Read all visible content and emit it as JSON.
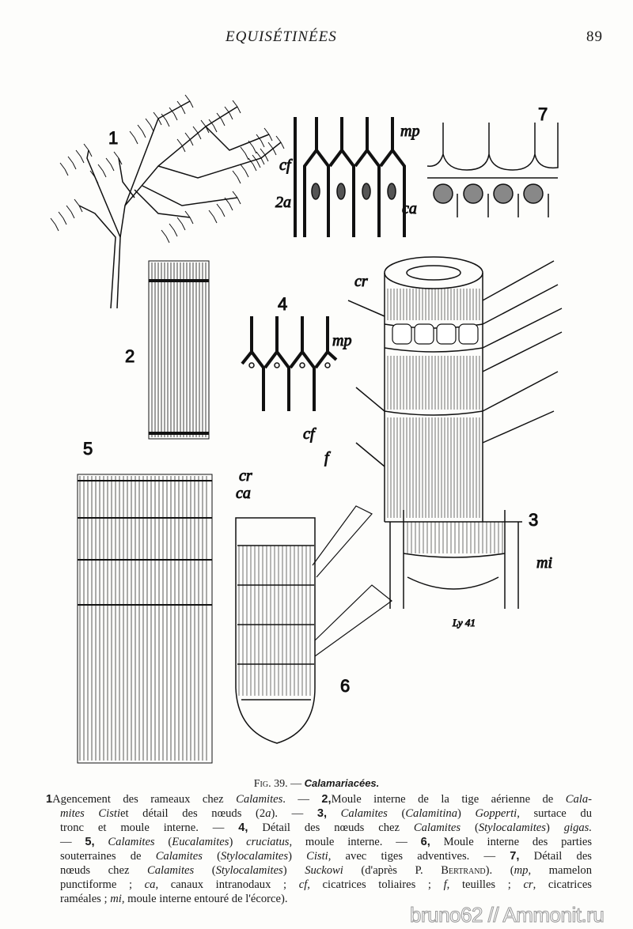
{
  "header": {
    "running_title": "EQUISÉTINÉES",
    "page_number": "89"
  },
  "figure_labels": {
    "fig1": "1",
    "fig2a": "2a",
    "fig2a_mp": "mp",
    "fig2a_cf": "cf",
    "fig2a_ca": "ca",
    "fig7": "7",
    "fig2": "2",
    "fig4": "4",
    "fig4_mp": "mp",
    "fig3_cr": "cr",
    "fig3_cf": "cf",
    "fig3_f": "f",
    "fig3": "3",
    "fig3_mi": "mi",
    "fig5": "5",
    "fig5_cr": "cr",
    "fig5_ca": "ca",
    "fig6": "6",
    "signature": "Ly 41"
  },
  "figure_title": {
    "prefix": "Fig.",
    "number": "39. —",
    "name": "Calamariacées."
  },
  "caption": [
    [
      [
        "b",
        "1"
      ],
      [
        "",
        "Agencement des rameaux chez "
      ],
      [
        "i",
        "Calamites"
      ],
      [
        "",
        ". — "
      ],
      [
        "b",
        "2,"
      ],
      [
        "",
        "Moule interne de la tige aérienne de "
      ],
      [
        "i",
        "Cala-"
      ]
    ],
    [
      [
        "i",
        "mites Cisti"
      ],
      [
        "",
        ""
      ],
      [
        "",
        "et détail des nœuds (2"
      ],
      [
        "i",
        "a"
      ],
      [
        "",
        "). — "
      ],
      [
        "b",
        "3,"
      ],
      [
        "i",
        " Calamites"
      ],
      [
        "",
        " ("
      ],
      [
        "i",
        "Calamitina"
      ],
      [
        "",
        ") "
      ],
      [
        "i",
        "Gopperti"
      ],
      [
        "",
        ", surtace du"
      ]
    ],
    [
      [
        "",
        "tronc et moule interne. — "
      ],
      [
        "b",
        "4,"
      ],
      [
        "",
        " Détail des nœuds chez "
      ],
      [
        "i",
        "Calamites"
      ],
      [
        "",
        " ("
      ],
      [
        "i",
        "Stylocalamites"
      ],
      [
        "",
        ") "
      ],
      [
        "i",
        "gigas."
      ]
    ],
    [
      [
        "",
        "— "
      ],
      [
        "b",
        "5,"
      ],
      [
        "i",
        " Calamites"
      ],
      [
        "",
        " ("
      ],
      [
        "i",
        "Eucalamites"
      ],
      [
        "",
        ") "
      ],
      [
        "i",
        "cruciatus"
      ],
      [
        "",
        ", moule interne. — "
      ],
      [
        "b",
        "6,"
      ],
      [
        "",
        " Moule interne des parties"
      ]
    ],
    [
      [
        "",
        "souterraines de "
      ],
      [
        "i",
        "Calamites"
      ],
      [
        "",
        " ("
      ],
      [
        "i",
        "Stylocalamites"
      ],
      [
        "",
        ") "
      ],
      [
        "i",
        "Cisti"
      ],
      [
        "",
        ", avec tiges adventives. — "
      ],
      [
        "b",
        "7,"
      ],
      [
        "",
        " Détail des"
      ]
    ],
    [
      [
        "",
        "nœuds chez "
      ],
      [
        "i",
        "Calamites"
      ],
      [
        "",
        " ("
      ],
      [
        "i",
        "Stylocalamites"
      ],
      [
        "",
        ") "
      ],
      [
        "i",
        "Suckowi"
      ],
      [
        "",
        " (d'après P. "
      ],
      [
        "sc",
        "Bertrand"
      ],
      [
        "",
        "). ("
      ],
      [
        "i",
        "mp"
      ],
      [
        "",
        ", mamelon"
      ]
    ],
    [
      [
        "",
        "punctiforme ; "
      ],
      [
        "i",
        "ca"
      ],
      [
        "",
        ", canaux intranodaux ; "
      ],
      [
        "i",
        "cf"
      ],
      [
        "",
        ", cicatrices toliaires ; "
      ],
      [
        "i",
        "f"
      ],
      [
        "",
        ", teuilles ; "
      ],
      [
        "i",
        "cr"
      ],
      [
        "",
        ", cicatrices"
      ]
    ],
    [
      [
        "",
        "raméales ; "
      ],
      [
        "i",
        "mi"
      ],
      [
        "",
        ", moule interne entouré de l'écorce)."
      ]
    ]
  ],
  "watermark": "bruno62 // Ammonit.ru"
}
